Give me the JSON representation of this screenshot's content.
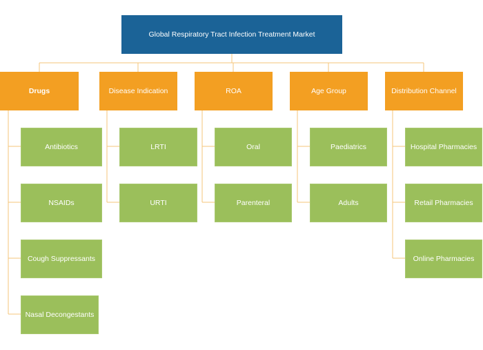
{
  "title": "Global Respiratory Tract Infection Treatment Market",
  "categories": [
    {
      "label": "Drugs",
      "children": [
        "Antibiotics",
        "NSAIDs",
        "Cough Suppressants",
        "Nasal Decongestants"
      ]
    },
    {
      "label": "Disease Indication",
      "children": [
        "LRTI",
        "URTI"
      ]
    },
    {
      "label": "ROA",
      "children": [
        "Oral",
        "Parenteral"
      ]
    },
    {
      "label": "Age Group",
      "children": [
        "Paediatrics",
        "Adults"
      ]
    },
    {
      "label": "Distribution Channel",
      "children": [
        "Hospital Pharmacies",
        "Retail Pharmacies",
        "Online Pharmacies"
      ]
    }
  ],
  "colors": {
    "root": "#1b6397",
    "category": "#f39f22",
    "leaf": "#9bbf5b",
    "connector": "#f5c47a"
  }
}
